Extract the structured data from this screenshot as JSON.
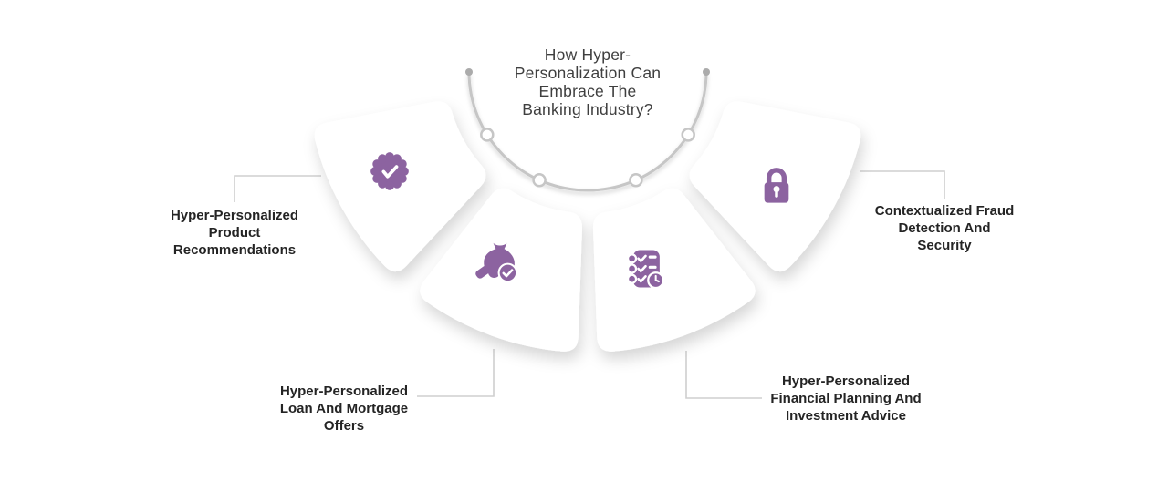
{
  "title": {
    "text": "How Hyper-Personalization Can Embrace The Banking Industry?",
    "lines": [
      "How Hyper-",
      "Personalization Can",
      "Embrace The",
      "Banking Industry?"
    ]
  },
  "petals": [
    {
      "id": "product-recommendations",
      "icon": "verified-badge-icon",
      "label": "Hyper-Personalized Product Recommendations",
      "label_lines": [
        "Hyper-Personalized",
        "Product",
        "Recommendations"
      ]
    },
    {
      "id": "loan-and-mortgage-offers",
      "icon": "money-bag-hand-icon",
      "label": "Hyper-Personalized Loan And Mortgage Offers",
      "label_lines": [
        "Hyper-Personalized",
        "Loan And Mortgage",
        "Offers"
      ]
    },
    {
      "id": "financial-planning-advice",
      "icon": "checklist-clock-icon",
      "label": "Hyper-Personalized Financial Planning And Investment Advice",
      "label_lines": [
        "Hyper-Personalized",
        "Financial Planning And",
        "Investment Advice"
      ]
    },
    {
      "id": "fraud-detection-security",
      "icon": "padlock-icon",
      "label": "Contextualized Fraud Detection And Security",
      "label_lines": [
        "Contextualized Fraud",
        "Detection And",
        "Security"
      ]
    }
  ],
  "colors": {
    "accent": "#8c63a0",
    "title_text": "#3f3f3f",
    "label_text": "#242424",
    "connector_line": "#cfcfcf",
    "arc_stroke": "#c6c6c6",
    "arc_end_dot": "#ababab",
    "petal_fill": "#ffffff",
    "background": "#ffffff"
  }
}
